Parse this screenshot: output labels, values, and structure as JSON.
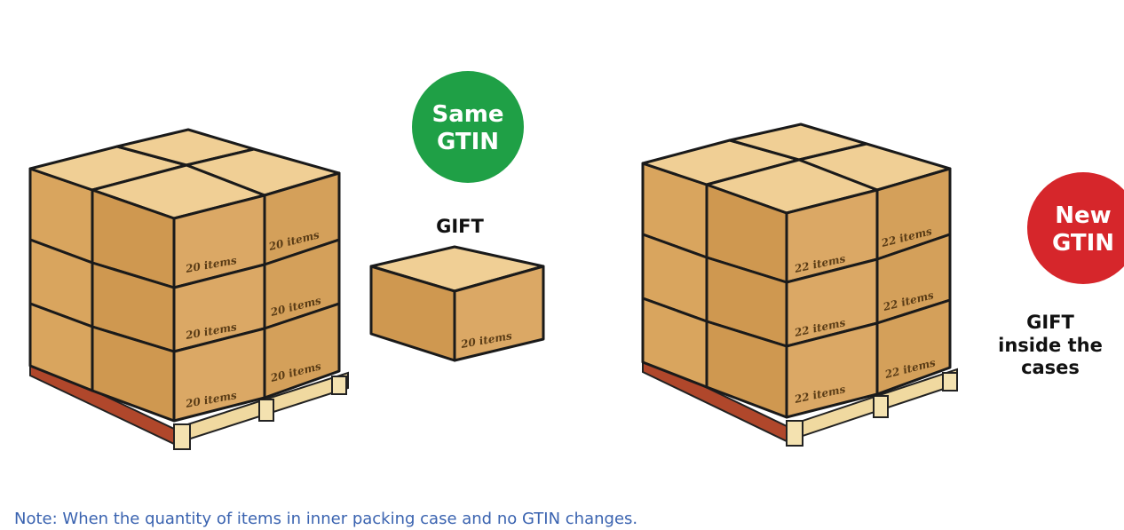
{
  "left_pallet": {
    "box_labels": [
      "20 items",
      "20 items",
      "20 items",
      "20 items",
      "20 items",
      "20 items"
    ]
  },
  "gift_box": {
    "caption": "GIFT",
    "box_label": "20 items"
  },
  "same_gtin_badge": {
    "line1": "Same",
    "line2": "GTIN",
    "color": "#1fa046"
  },
  "right_pallet": {
    "box_labels": [
      "22 items",
      "22 items",
      "22 items",
      "22 items",
      "22 items",
      "22 items"
    ]
  },
  "new_gtin_badge": {
    "line1": "New",
    "line2": "GTIN",
    "color": "#d6262b"
  },
  "right_caption": {
    "line1": "GIFT",
    "line2": "inside the",
    "line3": "cases"
  },
  "note": "Note: When the quantity of items in inner packing case and no GTIN changes."
}
